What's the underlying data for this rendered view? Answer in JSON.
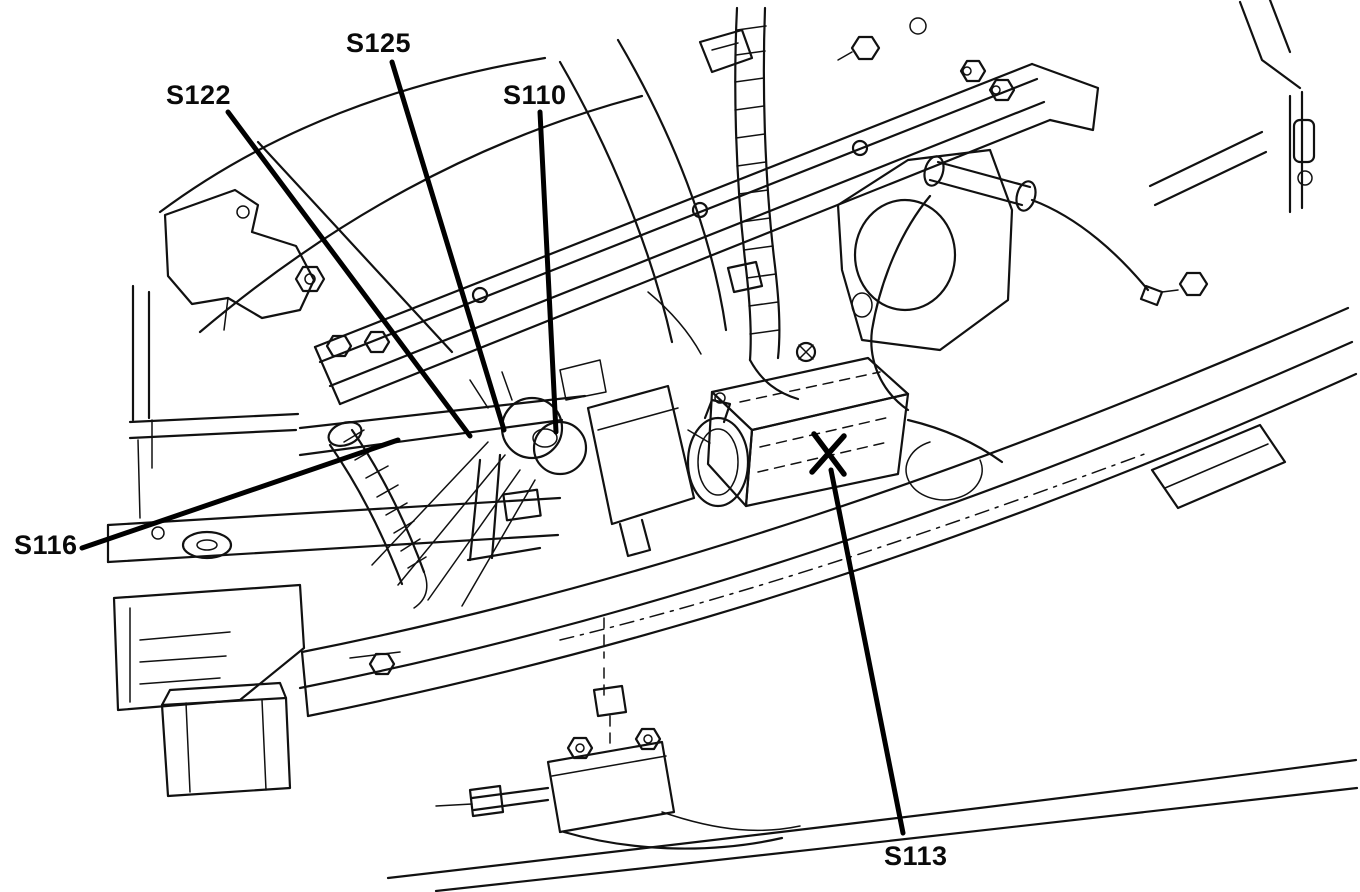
{
  "diagram": {
    "title": "Wiring harness splice location view - front frame and radiator support area",
    "style": "black and white technical line drawing",
    "background_color": "#ffffff",
    "line_color": "#111111",
    "labels": [
      {
        "id": "S125",
        "text": "S125"
      },
      {
        "id": "S122",
        "text": "S122"
      },
      {
        "id": "S110",
        "text": "S110"
      },
      {
        "id": "S116",
        "text": "S116"
      },
      {
        "id": "S113",
        "text": "S113"
      }
    ]
  }
}
